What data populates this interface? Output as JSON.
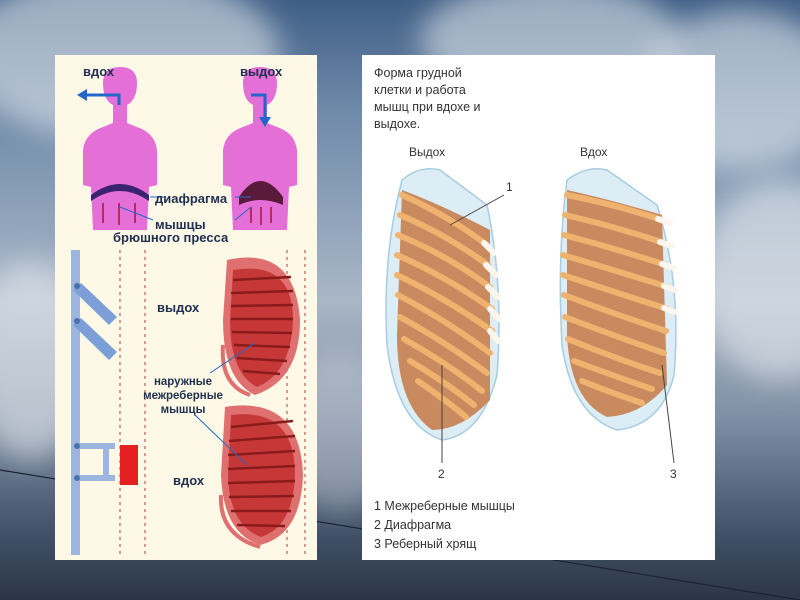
{
  "left_panel": {
    "label_inhale_top": "вдох",
    "label_exhale_top": "выдох",
    "label_diaphragm": "диафрагма",
    "label_abdominal_line1": "мышцы",
    "label_abdominal_line2": "брюшного пресса",
    "label_exhale_mid": "выдох",
    "label_external_intercostal_line1": "наружные",
    "label_external_intercostal_line2": "межреберные",
    "label_external_intercostal_line3": "мышцы",
    "label_inhale_bottom": "вдох"
  },
  "right_panel": {
    "title_lines": [
      "Форма грудной",
      "клетки и работа",
      "мышц при вдохе и",
      "выдохе."
    ],
    "label_exhale": "Выдох",
    "label_inhale": "Вдох",
    "callout_1": "1",
    "callout_2": "2",
    "callout_3": "3",
    "legend": [
      "1 Межреберные мышцы",
      "2 Диафрагма",
      "3 Реберный хрящ"
    ]
  },
  "colors": {
    "body_pink": "#e46fd6",
    "muscle_red": "#d64646",
    "rib_orange": "#e7a667",
    "bar_blue": "#9db6e0",
    "label_navy": "#203050"
  }
}
